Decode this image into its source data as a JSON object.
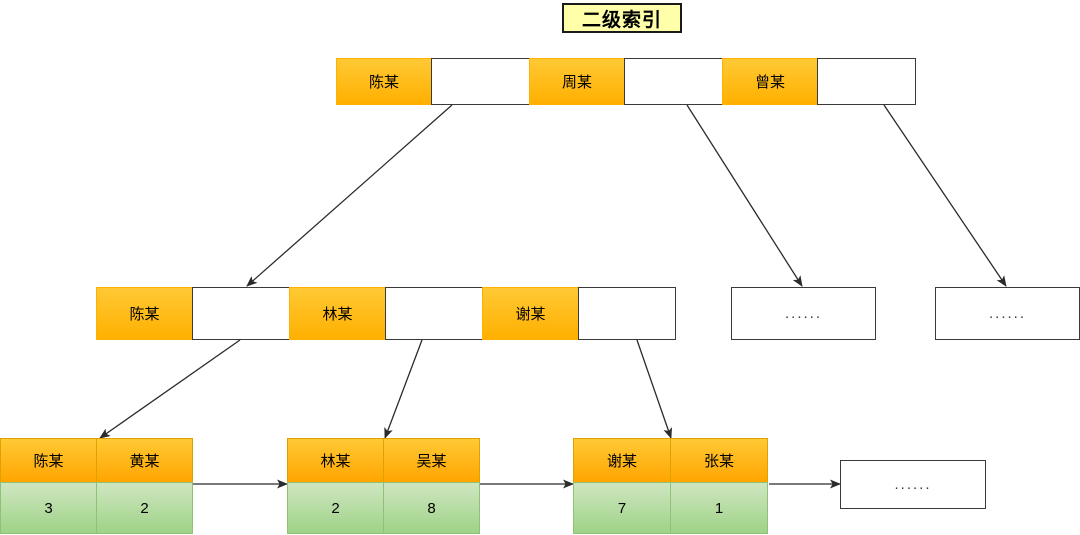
{
  "title": {
    "text": "二级索引"
  },
  "diagram": {
    "type": "b+tree-secondary-index",
    "root": {
      "name": "root-index-node",
      "cells": [
        {
          "type": "key",
          "label": "陈某"
        },
        {
          "type": "pointer",
          "label": ""
        },
        {
          "type": "key",
          "label": "周某"
        },
        {
          "type": "pointer",
          "label": ""
        },
        {
          "type": "key",
          "label": "曾某"
        },
        {
          "type": "pointer",
          "label": ""
        }
      ]
    },
    "level2": {
      "name": "internal-index-node",
      "cells": [
        {
          "type": "key",
          "label": "陈某"
        },
        {
          "type": "pointer",
          "label": ""
        },
        {
          "type": "key",
          "label": "林某"
        },
        {
          "type": "pointer",
          "label": ""
        },
        {
          "type": "key",
          "label": "谢某"
        },
        {
          "type": "pointer",
          "label": ""
        }
      ]
    },
    "level2_placeholders": [
      {
        "label": "......"
      },
      {
        "label": "......"
      }
    ],
    "leaves": [
      {
        "name": "leaf-node-1",
        "keys": [
          "陈某",
          "黄某"
        ],
        "values": [
          "3",
          "2"
        ]
      },
      {
        "name": "leaf-node-2",
        "keys": [
          "林某",
          "吴某"
        ],
        "values": [
          "2",
          "8"
        ]
      },
      {
        "name": "leaf-node-3",
        "keys": [
          "谢某",
          "张某"
        ],
        "values": [
          "7",
          "1"
        ]
      }
    ],
    "leaf_placeholder": {
      "label": "......"
    }
  },
  "colors": {
    "key_cell": "#ffb000",
    "value_cell": "#9ed387",
    "pointer_cell": "#ffffff",
    "title_bg": "#ffffaa",
    "border": "#3a3a3a"
  }
}
